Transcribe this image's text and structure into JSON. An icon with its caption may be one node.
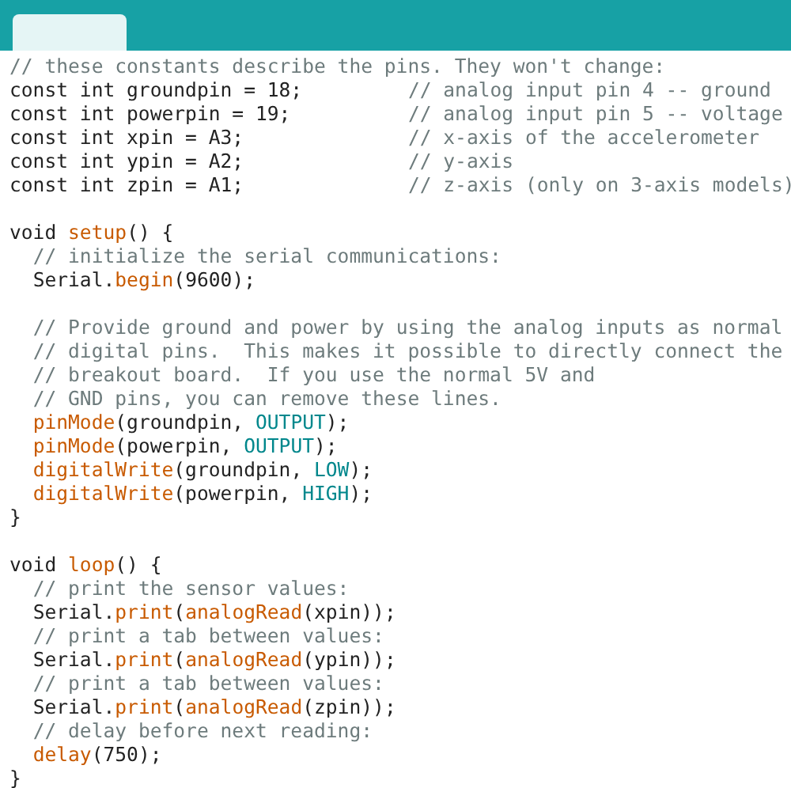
{
  "diagram": {
    "labels": [
      "// these constants describe the pins. They won't change:",
      "const int groundpin = 18;",
      "// analog input pin 4 -- ground",
      "const int powerpin = 19;",
      "// analog input pin 5 -- voltage",
      "const int xpin = A3;",
      "// x-axis of the accelerometer",
      "const int ypin = A2;",
      "// y-axis",
      "const int zpin = A1;",
      "// z-axis (only on 3-axis models)",
      "void setup() {",
      "// initialize the serial communications:",
      "Serial.begin(9600);",
      "// Provide ground and power by using the analog inputs as normal",
      "// digital pins.  This makes it possible to directly connect the",
      "// breakout board.  If you use the normal 5V and",
      "// GND pins, you can remove these lines.",
      "pinMode(groundpin, OUTPUT);",
      "pinMode(powerpin, OUTPUT);",
      "digitalWrite(groundpin, LOW);",
      "digitalWrite(powerpin, HIGH);",
      "}",
      "void loop() {",
      "// print the sensor values:",
      "Serial.print(analogRead(xpin));",
      "// print a tab between values:",
      "Serial.print(analogRead(ypin));",
      "// print a tab between values:",
      "Serial.print(analogRead(zpin));",
      "// delay before next reading:",
      "delay(750);",
      "}"
    ]
  }
}
